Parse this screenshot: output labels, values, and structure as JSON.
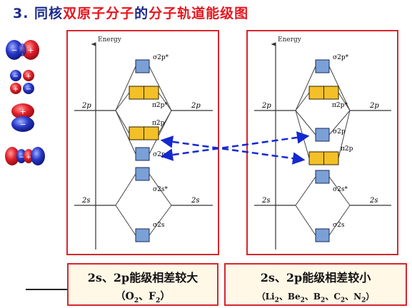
{
  "title": {
    "part1": "3. 同核",
    "part2": "双原子分子",
    "part3": "的",
    "part4": "分子轨道能级图"
  },
  "diagram": {
    "energy_label": "Energy",
    "left_panel": {
      "atomic_2p": "2p",
      "atomic_2s": "2s",
      "levels": [
        "σ2p*",
        "π2p*",
        "π2p",
        "σ2p",
        "σ2s*",
        "σ2s"
      ]
    },
    "right_panel": {
      "atomic_2p": "2p",
      "atomic_2s": "2s",
      "levels": [
        "σ2p*",
        "π2p*",
        "σ2p",
        "π2p",
        "σ2s*",
        "σ2s"
      ]
    }
  },
  "captions": {
    "left": {
      "line1": "2s、2p能级相差较大",
      "line2_html": "（O<sub>2</sub>、F<sub>2</sub>）"
    },
    "right": {
      "line1": "2s、2p能级相差较小",
      "line2_html": "（Li<sub>2</sub>、Be<sub>2</sub>、B<sub>2</sub>、C<sub>2</sub>、N<sub>2</sub>）"
    }
  },
  "colors": {
    "frame": "#d7262c",
    "sigma_box": "#7aa0d6",
    "pi_box": "#f4c027",
    "arrow": "#1428d0",
    "title_dark": "#1a2a8a",
    "title_red": "#e8161e"
  },
  "thumbnails": [
    "p-orbital-x-icon",
    "d-orbital-icon",
    "p-orbital-z-icon",
    "p-pi-orbital-icon"
  ]
}
